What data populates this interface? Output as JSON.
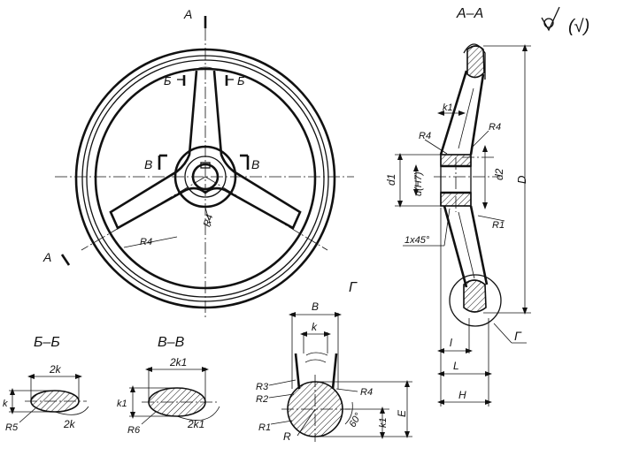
{
  "labels": {
    "section_aa_title": "A–A",
    "section_bb_title": "Б–Б",
    "section_vv_title": "В–В",
    "detail_g_title": "Г",
    "roughness": "(√)",
    "cut_a_top": "A",
    "cut_a_bottom": "A",
    "cut_b_left": "Б",
    "cut_b_right": "Б",
    "cut_v_left": "В",
    "cut_v_right": "В",
    "r4_rim": "R4",
    "r4_hub": "R4",
    "k1_aa": "k1",
    "r4_aa_left": "R4",
    "r4_aa_right": "R4",
    "d1": "d1",
    "d_h7": "d(H7)",
    "d2": "d2",
    "D": "D",
    "r1_aa": "R1",
    "chamfer": "1x45°",
    "l_small": "l",
    "L": "L",
    "H": "H",
    "g_callout": "Г",
    "bb_2k": "2k",
    "bb_k": "k",
    "bb_r5": "R5",
    "bb_2k_lower": "2k",
    "vv_2k1": "2k1",
    "vv_k1": "k1",
    "vv_r6": "R6",
    "vv_2k1_lower": "2k1",
    "g_B": "B",
    "g_k": "k",
    "g_r3": "R3",
    "g_r2": "R2",
    "g_r4": "R4",
    "g_r1": "R1",
    "g_R": "R",
    "g_60": "60°",
    "g_k1": "k1",
    "g_E": "E"
  }
}
